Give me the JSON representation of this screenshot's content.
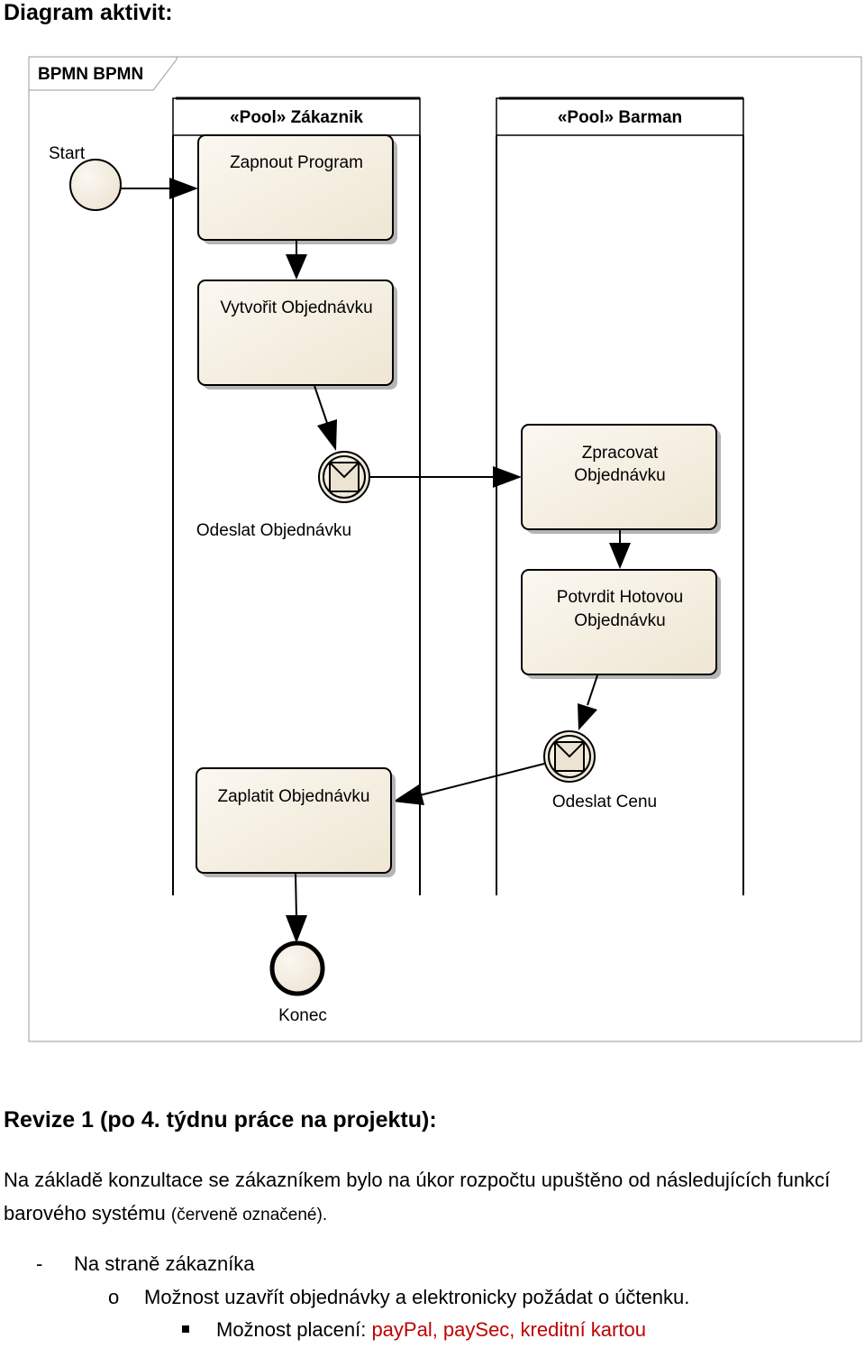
{
  "title": "Diagram aktivit:",
  "diagram": {
    "frame_label": "BPMN BPMN",
    "pools": [
      {
        "label": "«Pool» Zákaznik"
      },
      {
        "label": "«Pool» Barman"
      }
    ],
    "start_label": "Start",
    "end_label": "Konec",
    "tasks": {
      "zapnout": "Zapnout Program",
      "vytvorit": "Vytvořit Objednávku",
      "zpracovat_1": "Zpracovat",
      "zpracovat_2": "Objednávku",
      "potvrdit_1": "Potvrdit Hotovou",
      "potvrdit_2": "Objednávku",
      "zaplatit": "Zaplatit Objednávku"
    },
    "events": {
      "odeslat_objednavku": "Odeslat Objednávku",
      "odeslat_cenu": "Odeslat Cenu"
    },
    "colors": {
      "task_fill": "#f5efe2",
      "task_shadow": "#b0b0b0",
      "event_fill": "#f3ece0"
    }
  },
  "revize": {
    "heading": "Revize 1 (po 4. týdnu práce na projektu):",
    "paragraph_main": "Na základě konzultace se zákazníkem bylo na úkor rozpočtu upuštěno od následujících funkcí barového systému",
    "paragraph_small": "(červeně označené).",
    "level1_bullet": "-",
    "level1_text": "Na straně zákazníka",
    "level2_bullet": "o",
    "level2_text": "Možnost uzavřít objednávky a elektronicky požádat o účtenku.",
    "level3_prefix": "Možnost placení: ",
    "level3_red": "payPal, paySec, kreditní kartou",
    "accent_red": "#c00000"
  }
}
